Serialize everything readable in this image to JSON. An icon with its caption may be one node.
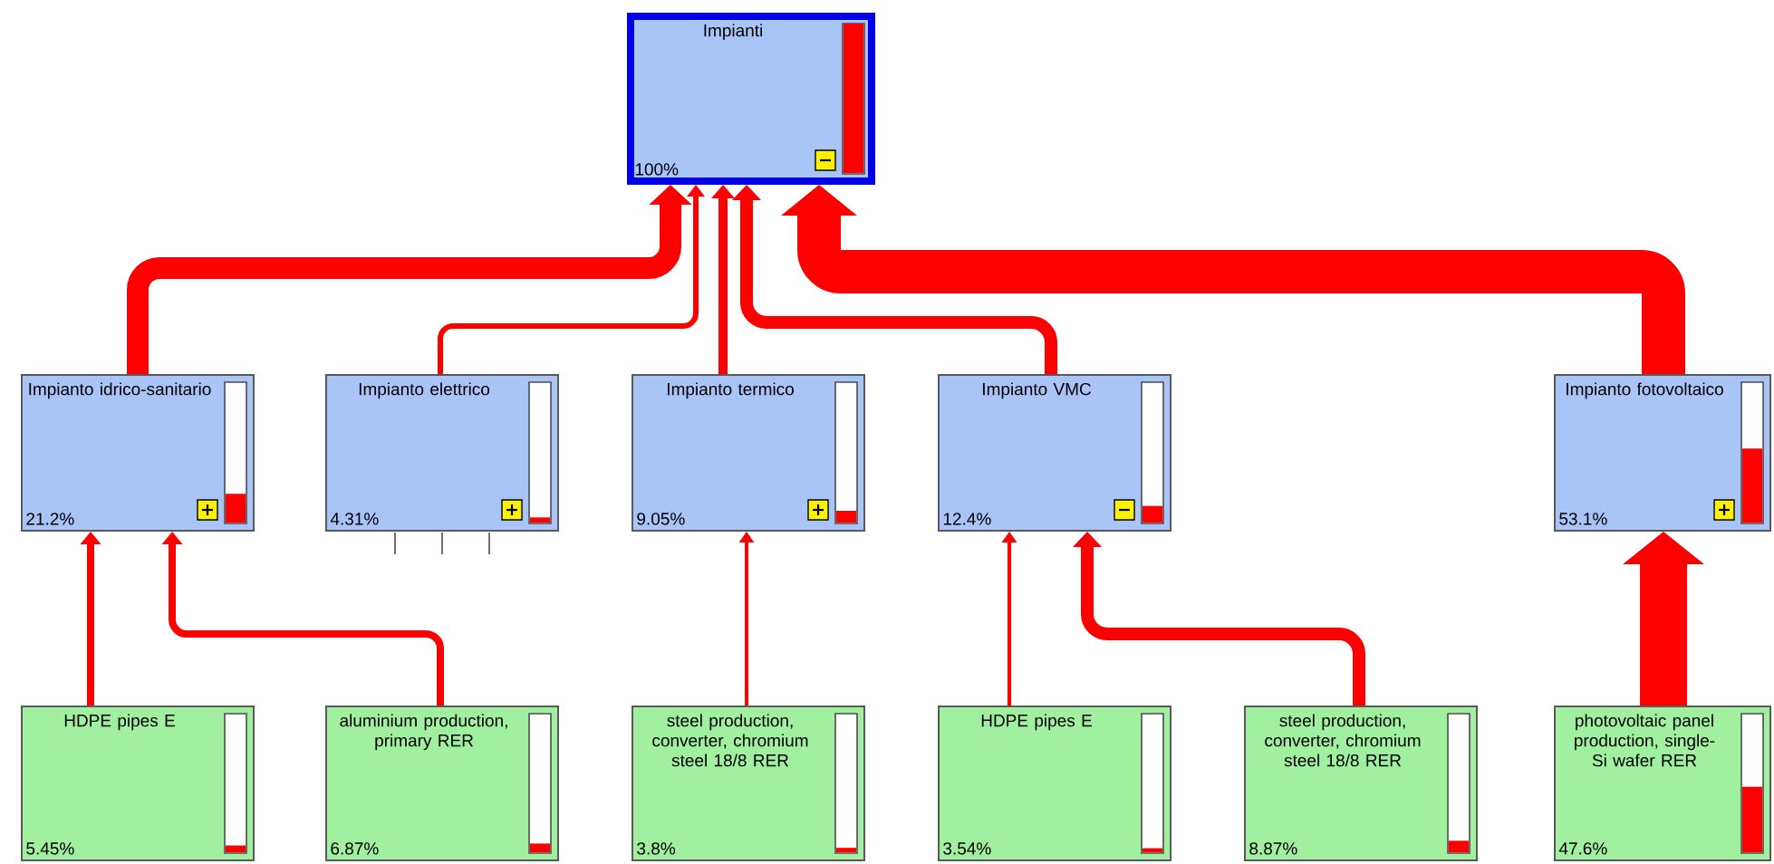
{
  "diagram": {
    "nodes": [
      {
        "text": [
          "Impianti",
          "100%"
        ]
      },
      {
        "text": [
          "Impianto idrico-sanitario",
          "21.2%"
        ]
      },
      {
        "text": [
          "Impianto elettrico",
          "4.31%"
        ]
      },
      {
        "text": [
          "Impianto termico",
          "9.05%"
        ]
      },
      {
        "text": [
          "Impianto VMC",
          "12.4%"
        ]
      },
      {
        "text": [
          "Impianto fotovoltaico",
          "53.1%"
        ]
      },
      {
        "text": [
          "HDPE pipes E",
          "5.45%"
        ]
      },
      {
        "text": [
          "aluminium production, primary RER",
          "6.87%"
        ]
      },
      {
        "text": [
          "steel production, converter, chromium steel 18/8 RER",
          "3.8%"
        ]
      },
      {
        "text": [
          "HDPE pipes E",
          "3.54%"
        ]
      },
      {
        "text": [
          "steel production, converter, chromium steel 18/8 RER",
          "8.87%"
        ]
      },
      {
        "text": [
          "photovoltaic panel production, single-Si wafer RER",
          "47.6%"
        ]
      }
    ],
    "edges": [
      {
        "from": 1,
        "to": 0,
        "arrow": "to",
        "style": "thick"
      },
      {
        "from": 2,
        "to": 0,
        "arrow": "to"
      },
      {
        "from": 3,
        "to": 0,
        "arrow": "to"
      },
      {
        "from": 4,
        "to": 0,
        "arrow": "to"
      },
      {
        "from": 5,
        "to": 0,
        "arrow": "to",
        "style": "thick"
      },
      {
        "from": 6,
        "to": 1,
        "arrow": "to"
      },
      {
        "from": 7,
        "to": 1,
        "arrow": "to"
      },
      {
        "from": 8,
        "to": 3,
        "arrow": "to"
      },
      {
        "from": 9,
        "to": 4,
        "arrow": "to"
      },
      {
        "from": 10,
        "to": 4,
        "arrow": "to"
      },
      {
        "from": 11,
        "to": 5,
        "arrow": "to",
        "style": "thick"
      }
    ]
  }
}
